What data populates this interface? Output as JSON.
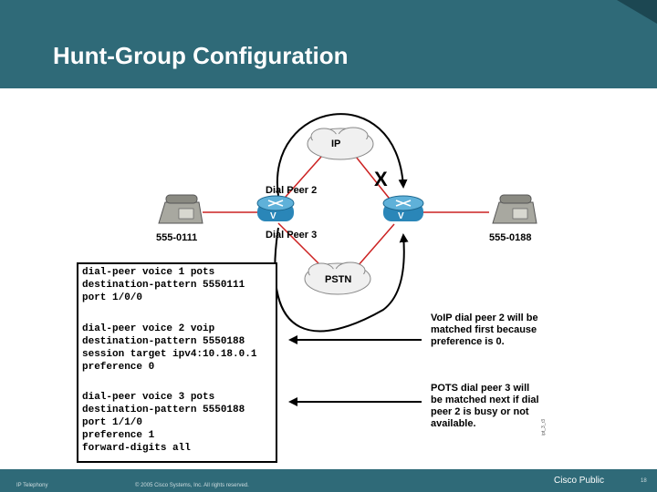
{
  "slide": {
    "title": "Hunt-Group Configuration"
  },
  "diagram": {
    "clouds": {
      "ip": "IP",
      "pstn": "PSTN"
    },
    "labels": {
      "dial_peer_2": "Dial Peer 2",
      "dial_peer_3": "Dial Peer 3",
      "left_number": "555-0111",
      "right_number": "555-0188",
      "failure_mark": "X",
      "router_left": "V",
      "router_right": "V"
    },
    "colors": {
      "link": "#cc2222",
      "router": "#2a86b8",
      "header": "#2f6a78"
    },
    "side_id": "ipt_3_r3"
  },
  "config_lines": [
    "dial-peer voice 1 pots",
    "destination-pattern 5550111",
    "port 1/0/0",
    "",
    "dial-peer voice 2 voip",
    "destination-pattern 5550188",
    "session target ipv4:10.18.0.1",
    "preference 0",
    "",
    "dial-peer voice 3 pots",
    "destination-pattern 5550188",
    "port 1/1/0",
    "preference 1",
    "forward-digits all"
  ],
  "notes": {
    "voip": [
      "VoIP dial peer 2 will be",
      "matched first because",
      "preference is 0."
    ],
    "pots": [
      "POTS dial peer 3 will",
      "be matched next if dial",
      "peer 2 is busy or not",
      "available."
    ]
  },
  "footer": {
    "left": "IP Telephony",
    "copyright": "© 2005 Cisco Systems, Inc. All rights reserved.",
    "public": "Cisco Public",
    "page": "18"
  }
}
